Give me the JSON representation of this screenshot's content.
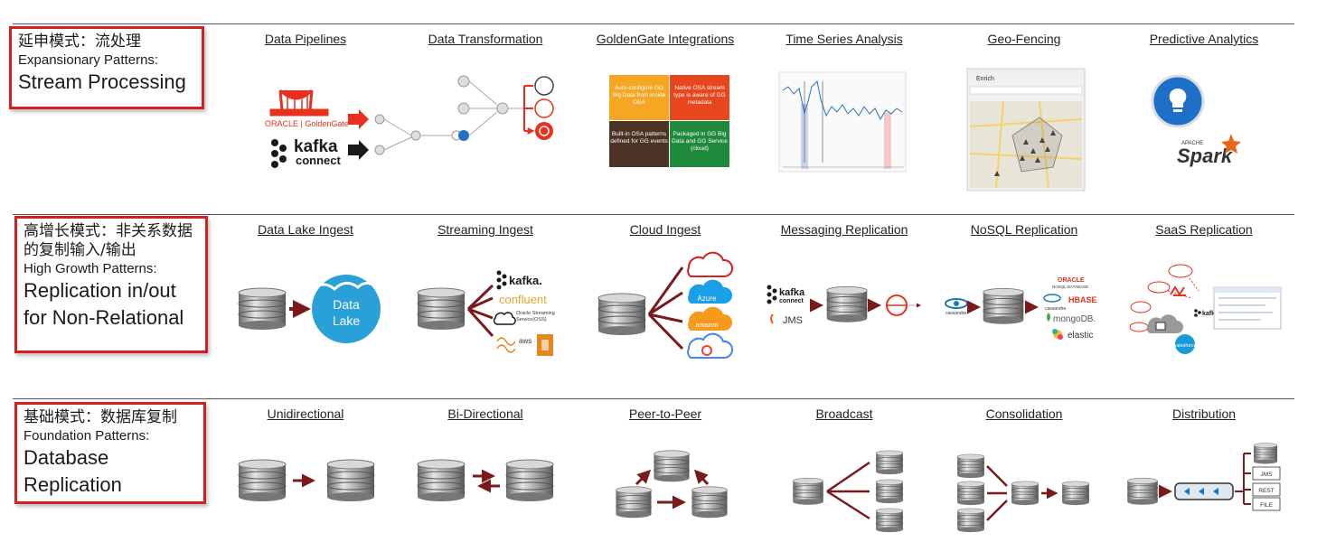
{
  "colors": {
    "accent": "#d42020",
    "arrow": "#7a1a1a",
    "oracle_red": "#e8301c",
    "kafka_dark": "#1a1a1a"
  },
  "rows": [
    {
      "label": {
        "zh": "延申模式：流处理",
        "en_small": "Expansionary Patterns:",
        "en_big": [
          "Stream Processing"
        ]
      },
      "items": [
        "Data Pipelines",
        "Data Transformation",
        "GoldenGate Integrations",
        "Time Series Analysis",
        "Geo-Fencing",
        "Predictive Analytics"
      ]
    },
    {
      "label": {
        "zh": "高增长模式：非关系数据的复制输入/输出",
        "en_small": "High Growth Patterns:",
        "en_big": [
          "Replication in/out",
          "for Non-Relational"
        ]
      },
      "items": [
        "Data Lake Ingest",
        "Streaming Ingest",
        "Cloud Ingest",
        "Messaging Replication",
        "NoSQL Replication",
        "SaaS Replication"
      ]
    },
    {
      "label": {
        "zh": "基础模式：数据库复制",
        "en_small": "Foundation Patterns:",
        "en_big": [
          "Database",
          "Replication"
        ]
      },
      "items": [
        "Unidirectional",
        "Bi-Directional",
        "Peer-to-Peer",
        "Broadcast",
        "Consolidation",
        "Distribution"
      ]
    }
  ],
  "art_text": {
    "oracle_gg": "ORACLE | GoldenGate",
    "kafka": "kafka",
    "connect": "connect",
    "gg_tiles": [
      "Auto-configure GG Big Data from inside OSA",
      "Native OSA stream type is aware of GG metadata",
      "Built-in OSA patterns defined for GG events",
      "Packaged in GG Big Data and GG Service (cloud)"
    ],
    "enrich": "Enrich",
    "spark": "Spark",
    "apache": "APACHE",
    "data_lake": [
      "Data",
      "Lake"
    ],
    "kafka_brand": "kafka.",
    "confluent": "confluent",
    "oracle_streaming": "Oracle Streaming Service(OSS)",
    "aws": "aws",
    "azure": "Azure",
    "amazon": "amazon",
    "jms": "JMS",
    "cassandra": "cassandra",
    "nosql_oracle": "ORACLE",
    "nosql_db": "NOSQL DATABASE",
    "hbase": "HBASE",
    "mongodb": "mongoDB.",
    "elastic": "elastic",
    "salesforce": "salesforce",
    "dist_targets": [
      "JMS",
      "REST",
      "FILE"
    ]
  }
}
